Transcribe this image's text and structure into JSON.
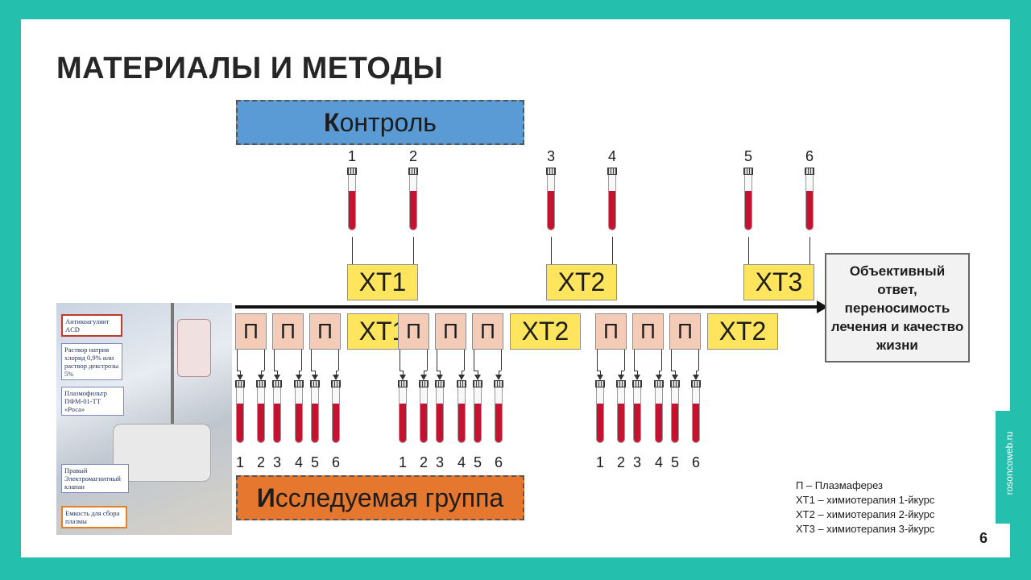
{
  "title": "МАТЕРИАЛЫ И МЕТОДЫ",
  "control_banner": {
    "first": "К",
    "rest": "онтроль"
  },
  "study_banner": {
    "first": "И",
    "rest": "сследуемая группа"
  },
  "control_tubes": [
    "1",
    "2",
    "3",
    "4",
    "5",
    "6"
  ],
  "control_xt": [
    "ХТ1",
    "ХТ2",
    "ХТ3"
  ],
  "study_row": {
    "plasma_label": "П",
    "xt": [
      "ХТ1",
      "ХТ2",
      "ХТ2"
    ]
  },
  "study_tube_numbers": [
    "1",
    "2",
    "3",
    "4",
    "5",
    "6"
  ],
  "outcome": "Объективный ответ, переносимость лечения и качество жизни",
  "legend": [
    "П – Плазмаферез",
    "ХТ1 – химиотерапия 1-йкурс",
    "ХТ2 – химиотерапия 2-йкурс",
    "ХТ3 – химиотерапия 3-йкурс"
  ],
  "photo_labels": [
    "Антикоагулянт ACD",
    "Раствор натрия хлорид 0,9% или раствор декстрозы 5%",
    "Плазмофильтр ПФМ-01-ТТ «Роса»",
    "Правый Электромагнитный клапан",
    "Емкость для сбора плазмы"
  ],
  "page_number": "6",
  "side_text": "rosoncoweb.ru",
  "colors": {
    "background": "#24bfad",
    "control": "#5b9bd5",
    "study": "#e5772e",
    "xt": "#ffe45e",
    "plasma": "#f4cbb6",
    "blood": "#c41230"
  }
}
